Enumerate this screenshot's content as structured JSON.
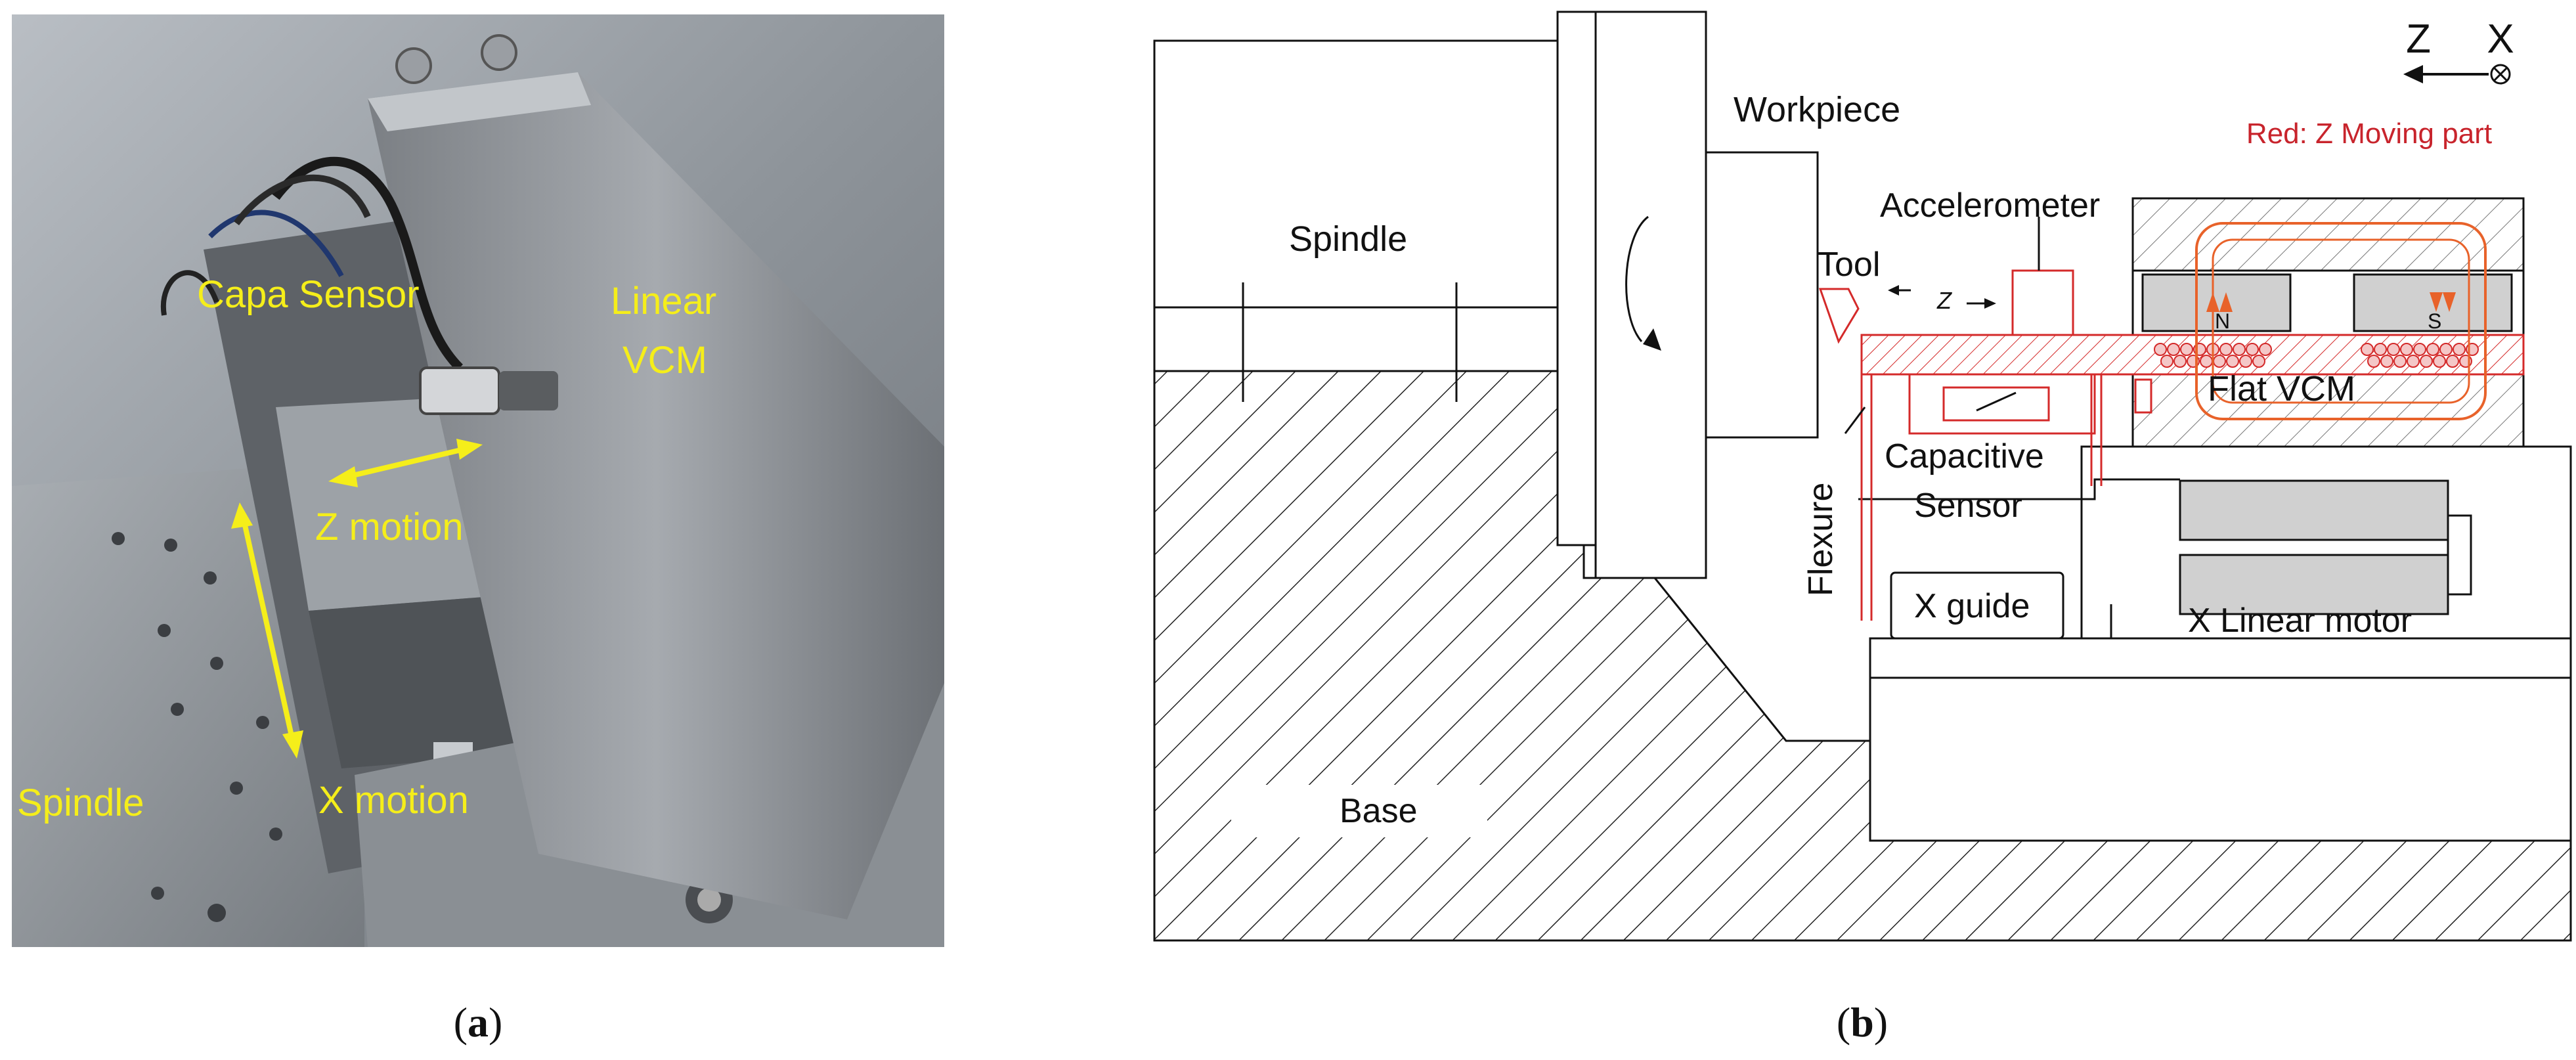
{
  "panel_a": {
    "caption_open": "(",
    "caption_letter": "a",
    "caption_close": ")",
    "labels": {
      "capa_sensor": "Capa Sensor",
      "linear_vcm_line1": "Linear",
      "linear_vcm_line2": "VCM",
      "z_motion": "Z motion",
      "x_motion": "X motion",
      "spindle": "Spindle"
    },
    "label_color": "#f5ee1a"
  },
  "panel_b": {
    "caption_open": "(",
    "caption_letter": "b",
    "caption_close": ")",
    "axes": {
      "z": "Z",
      "x": "X"
    },
    "legend_note": "Red: Z Moving part",
    "labels": {
      "workpiece": "Workpiece",
      "spindle": "Spindle",
      "accelerometer": "Accelerometer",
      "tool": "Tool",
      "z_small": "Z",
      "flat_vcm": "Flat VCM",
      "n_pole": "N",
      "s_pole": "S",
      "capacitive_line1": "Capacitive",
      "capacitive_line2": "Sensor",
      "flexure": "Flexure",
      "x_guide": "X guide",
      "x_linear_motor": "X Linear motor",
      "base": "Base"
    },
    "colors": {
      "moving_part": "#d42a2a",
      "magnet_arrow": "#e8622a",
      "outline": "#111111"
    }
  }
}
